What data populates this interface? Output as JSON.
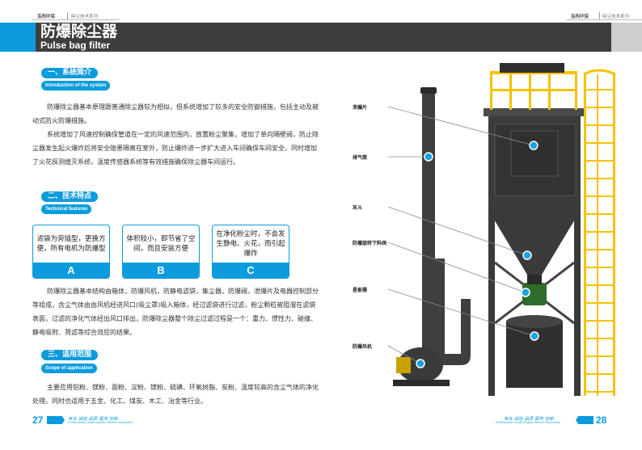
{
  "header": {
    "brand_left": "泓昀环保",
    "series_left": "除尘技术系列",
    "brand_right": "泓昀环保",
    "series_right": "除尘技术系列"
  },
  "title": {
    "cn": "防爆除尘器",
    "en": "Pulse bag filter"
  },
  "sections": {
    "intro": {
      "cn": "一、系统简介",
      "en": "Introduction of the system",
      "paragraphs": [
        "防爆除尘器基本原理跟普通除尘器较为相似，但系统增加了较多的安全防御措施，包括主动及被动式防火防爆措施。",
        "系统增加了风速控制确保管道在一定的风速范围内，放置粉尘聚集，增加了单向隔壁阀，防止除尘器发生起火爆炸后将安全隐患隔离在室外，防止爆炸进一步扩大进入车间确保车间安全，同时增加了火花探测熄灭系统，温度传感器系统等有效措施确保除尘器车间运行。"
      ]
    },
    "features": {
      "cn": "二、技术特点",
      "en": "Technical features",
      "items": [
        {
          "text": "滤袋为旁插型，更换方便，所有电机为防爆型",
          "letter": "A"
        },
        {
          "text": "体积较小，即节省了空间，而且安装方便",
          "letter": "B"
        },
        {
          "text": "在净化粉尘时，不会发生静电、火花，而引起爆炸",
          "letter": "C"
        }
      ],
      "paragraph": "防爆除尘器基本结构由箱体，防爆风机，防静电滤袋，集尘器，防爆阀，泄爆片及电器控制部分等组成，含尘气体由由风机经进风口(吸尘罩)吸入箱体，经过滤袋进行过滤，粉尘颗粒被阻溜在滤袋表面，过滤的净化气体经出风口排出，防爆除尘器整个除尘过滤过程是一个：重力、惯性力、碰撞、静电吸附、筛滤等综合效应的结果。"
    },
    "application": {
      "cn": "三、适用范围",
      "en": "Scope of application",
      "paragraph": "主要应用铝粉、镁粉、面粉、淀粉、镁粉、硫磺、环氧树脂、炭粉、温度较高的含尘气体的净化处理。同时也适用于五金、化工、煤炭、木工、冶金等行业。"
    }
  },
  "diagram": {
    "labels": [
      "泄爆片",
      "排气筒",
      "灰斗",
      "防爆旋转下料阀",
      "星板桶",
      "防爆风机"
    ],
    "accent": "#1aa3e0",
    "steel": "#3e3e3e",
    "ladder": "#f5c200"
  },
  "footer": {
    "left_page": "27",
    "right_page": "28",
    "slogan": "专业 诚信 品质 服务 创新",
    "slogan_en": "Professional Credit Quality Service Innovation"
  },
  "colors": {
    "brand_blue": "#0c9bdc",
    "band_dark": "#3d3d3d"
  }
}
